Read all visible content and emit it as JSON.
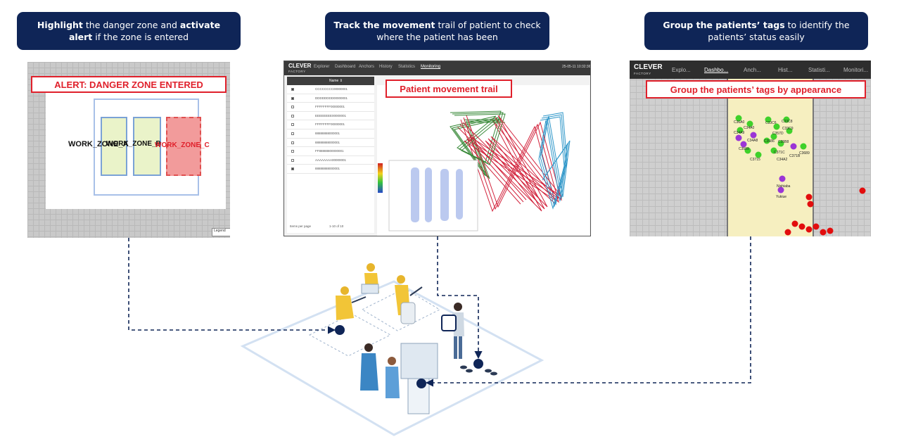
{
  "callouts": [
    {
      "parts": [
        {
          "t": "Highlight",
          "b": true
        },
        {
          "t": " the danger zone and ",
          "b": false
        },
        {
          "t": "activate alert",
          "b": true
        },
        {
          "t": " if the zone is entered",
          "b": false
        }
      ]
    },
    {
      "parts": [
        {
          "t": "Track the movement",
          "b": true
        },
        {
          "t": " trail of patient to check where the patient has been",
          "b": false
        }
      ]
    },
    {
      "parts": [
        {
          "t": "Group the patients’ tags",
          "b": true
        },
        {
          "t": " to identify the patients’ status easily",
          "b": false
        }
      ]
    }
  ],
  "labels": {
    "alert": "ALERT: DANGER ZONE ENTERED",
    "trail": "Patient movement trail",
    "tags": "Group the patients’ tags by appearance"
  },
  "zone_map": {
    "zone_a": "WORK_ZONE_A",
    "zone_b": "WORK_ZONE_B",
    "zone_c": "WORK_ZONE_C",
    "legend": "Legend",
    "alert_color": "#e0202b"
  },
  "trail_app": {
    "brand_top": "CLEVER",
    "brand_bottom": "FACTORY",
    "nav": [
      "Explorer",
      "Dashboard",
      "Anchors",
      "History",
      "Statistics",
      "Monitoring"
    ],
    "clock": "25-05-11 10:32:36",
    "column_header": "Name ⇕",
    "rows": [
      "CCCCCCCC00000001",
      "DDDDDDDD00000001",
      "FFFFFFFF00000001",
      "EEEEEEEE00000001",
      "FFFFFFFF00000001",
      "88888888000001",
      "88888888000001",
      "FF88888800000001",
      "AAAAAAAA00000001",
      "88888888000001"
    ],
    "footer": "Items per page",
    "pager": "1-10 of 10",
    "series_colors": [
      "#3a8a3a",
      "#d2233c",
      "#2f97c9"
    ]
  },
  "tags_app": {
    "brand_top": "CLEVER",
    "brand_bottom": "FACTORY",
    "nav": [
      "Explo...",
      "Dashbo...",
      "Anch...",
      "Hist...",
      "Statisti...",
      "Monitori..."
    ],
    "tag_labels": [
      "C36A0",
      "C34A0",
      "C34A9",
      "C3589",
      "C33C6",
      "C33C8",
      "C357D",
      "C33C9",
      "C3586",
      "C35B8",
      "C34A8",
      "C371C",
      "C3715",
      "C34A2",
      "C371B",
      "C3689",
      "Nishiaba",
      "Yukiue"
    ],
    "colors": {
      "green": "#3fd12a",
      "purple": "#9b35d6",
      "red": "#e20d0d"
    }
  }
}
